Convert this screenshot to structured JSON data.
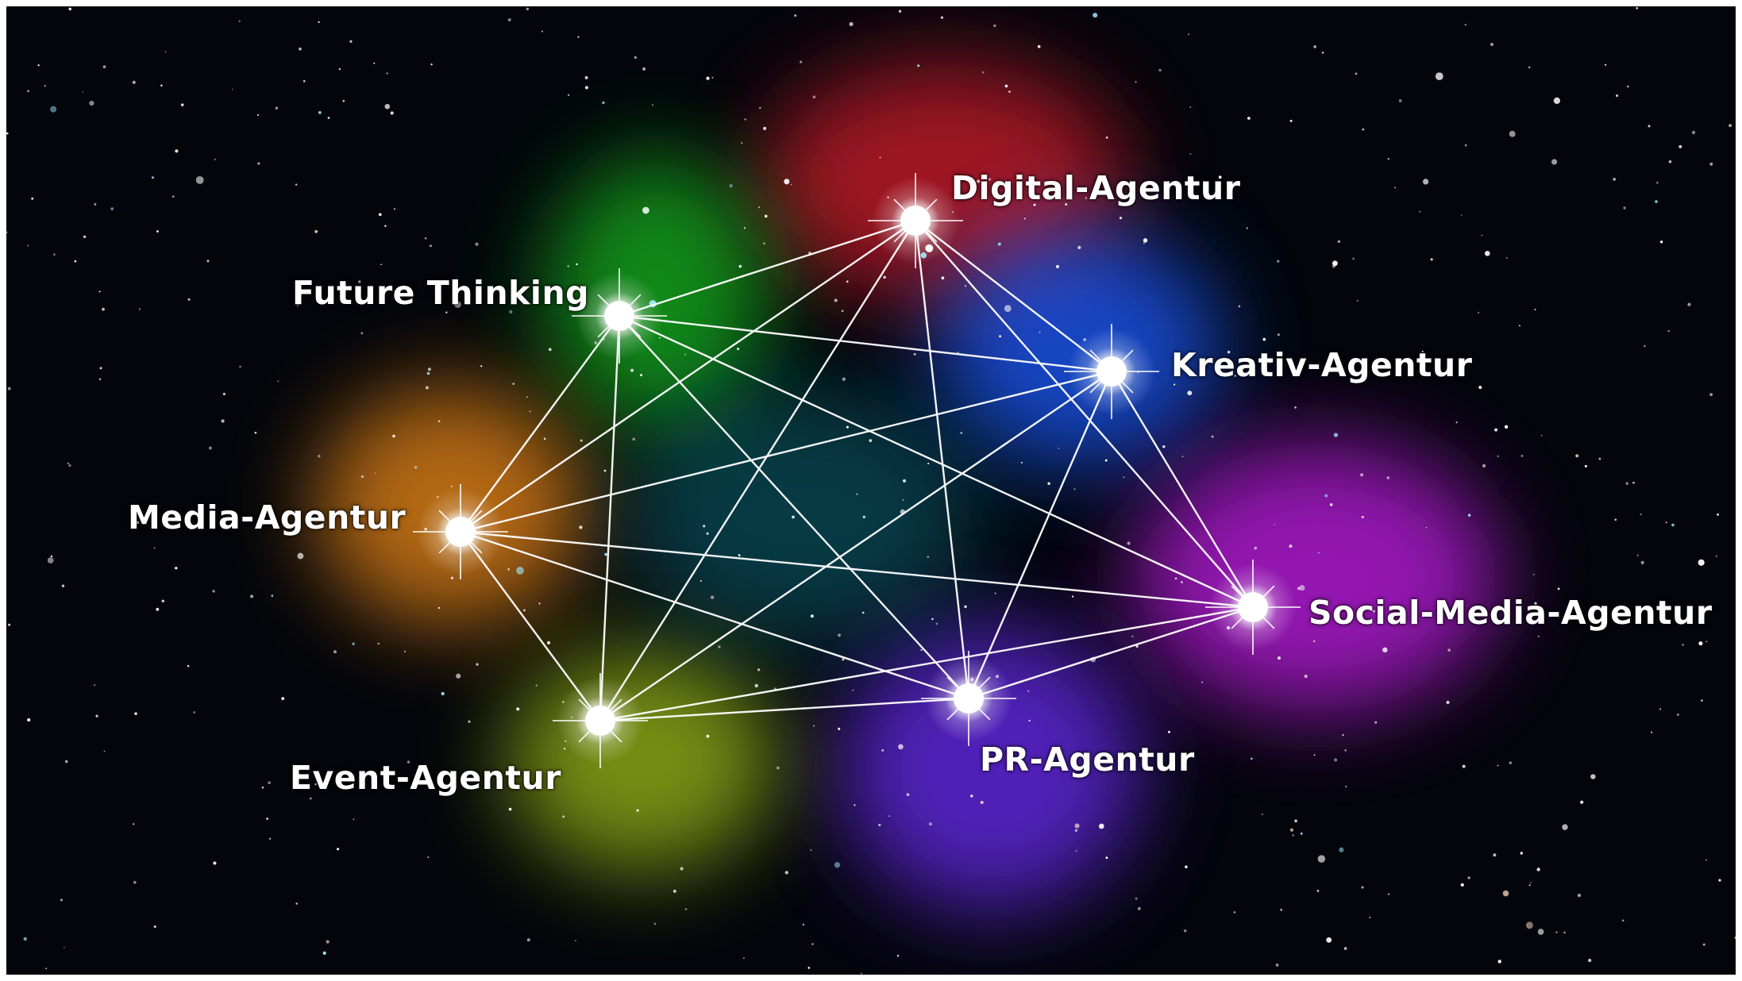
{
  "nodes": [
    {
      "id": "digital",
      "label": "Digital-Agentur",
      "color": "#d11a2a"
    },
    {
      "id": "future",
      "label": "Future Thinking",
      "color": "#19b51f"
    },
    {
      "id": "kreativ",
      "label": "Kreativ-Agentur",
      "color": "#1a5cff"
    },
    {
      "id": "media",
      "label": "Media-Agentur",
      "color": "#f08a14"
    },
    {
      "id": "social",
      "label": "Social-Media-Agentur",
      "color": "#c21ee6"
    },
    {
      "id": "pr",
      "label": "PR-Agentur",
      "color": "#6a2cf2"
    },
    {
      "id": "event",
      "label": "Event-Agentur",
      "color": "#9dbb12"
    }
  ],
  "connections": "all-to-all"
}
